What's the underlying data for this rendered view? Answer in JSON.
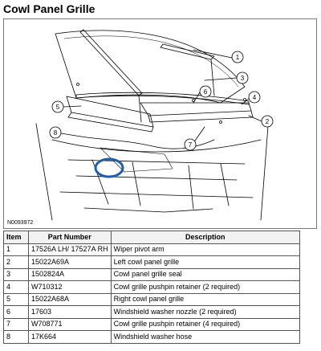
{
  "title": "Cowl Panel Grille",
  "figure": {
    "figure_id": "N0093972",
    "callouts": [
      "1",
      "2",
      "3",
      "4",
      "5",
      "6",
      "7",
      "8"
    ]
  },
  "table": {
    "headers": {
      "item": "Item",
      "part_number": "Part Number",
      "description": "Description"
    },
    "rows": [
      {
        "item": "1",
        "part_number": "17526A LH/ 17527A RH",
        "description": "Wiper pivot arm"
      },
      {
        "item": "2",
        "part_number": "15022A69A",
        "description": "Left cowl panel grille"
      },
      {
        "item": "3",
        "part_number": "1502824A",
        "description": "Cowl panel grille seal"
      },
      {
        "item": "4",
        "part_number": "W710312",
        "description": "Cowl grille pushpin retainer (2 required)"
      },
      {
        "item": "5",
        "part_number": "15022A68A",
        "description": "Right cowl panel grille"
      },
      {
        "item": "6",
        "part_number": "17603",
        "description": "Windshield washer nozzle (2 required)"
      },
      {
        "item": "7",
        "part_number": "W708771",
        "description": "Cowl grille pushpin retainer (4 required)"
      },
      {
        "item": "8",
        "part_number": "17K664",
        "description": "Windshield washer hose"
      }
    ]
  },
  "colors": {
    "highlight": "#1f5fa8"
  }
}
